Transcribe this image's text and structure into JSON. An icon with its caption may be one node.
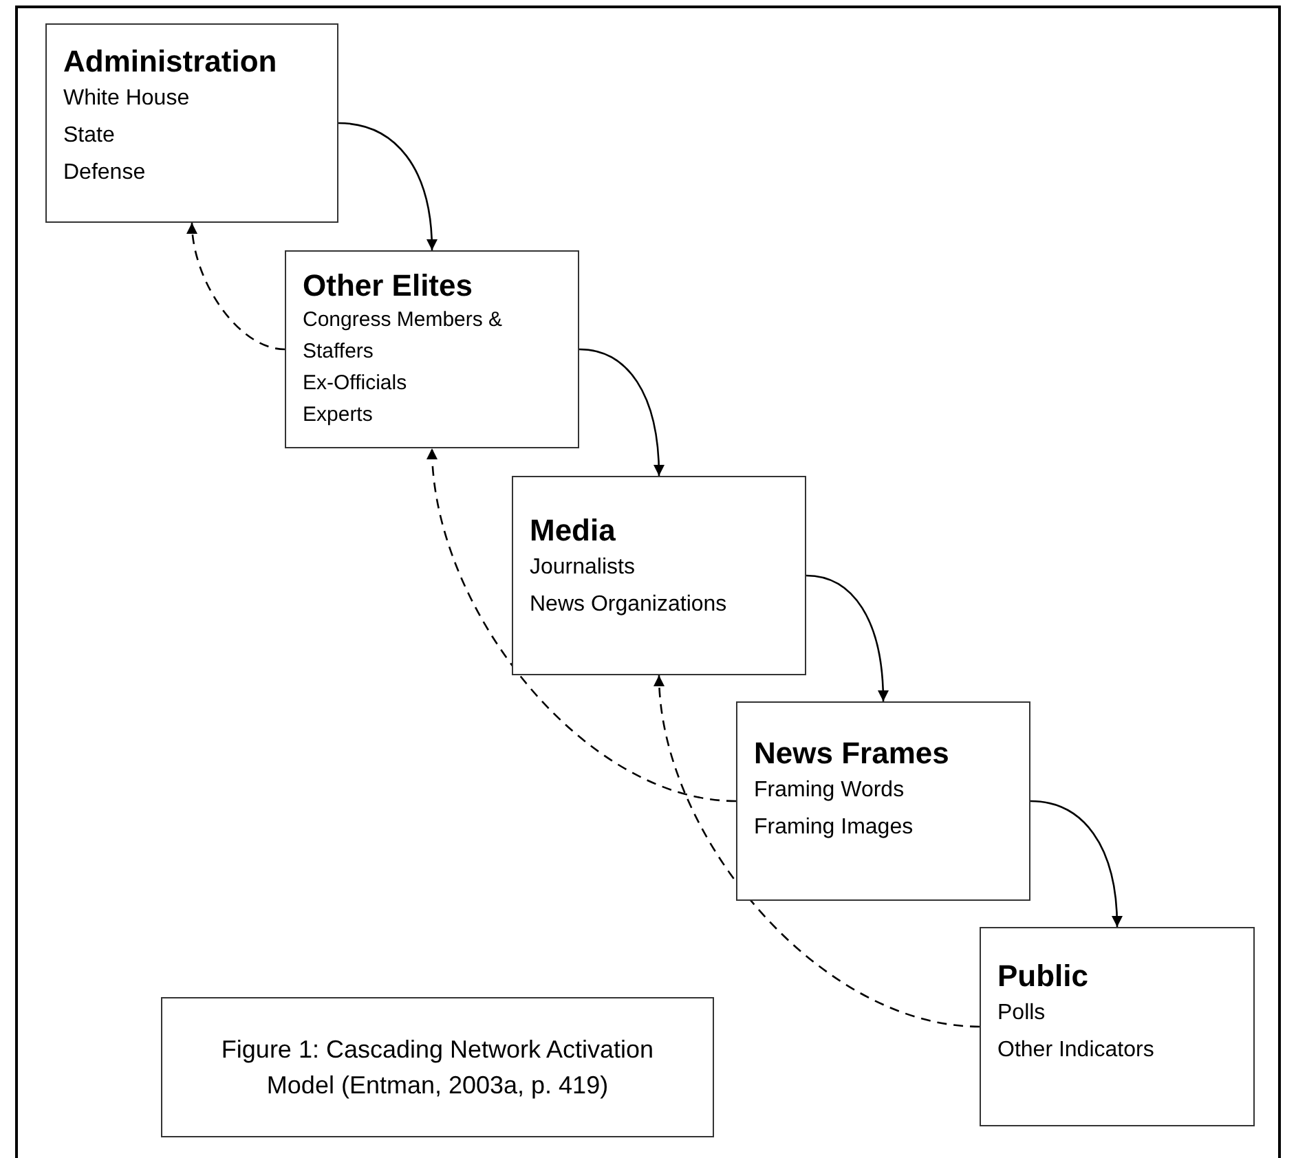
{
  "diagram": {
    "caption": "Figure 1: Cascading Network Activation Model (Entman, 2003a, p. 419)",
    "nodes": [
      {
        "text": [
          "Administration",
          "White House",
          "State",
          "Defense"
        ]
      },
      {
        "text": [
          "Other Elites",
          "Congress Members & Staffers",
          "Ex-Officials",
          "Experts"
        ]
      },
      {
        "text": [
          "Media",
          "Journalists",
          "News Organizations"
        ]
      },
      {
        "text": [
          "News Frames",
          "Framing Words",
          "Framing Images"
        ]
      },
      {
        "text": [
          "Public",
          "Polls",
          "Other Indicators"
        ]
      }
    ],
    "edges": [
      {
        "from": 0,
        "to": 1,
        "arrow": "to"
      },
      {
        "from": 1,
        "to": 0,
        "arrow": "to",
        "style": "dashed"
      },
      {
        "from": 1,
        "to": 2,
        "arrow": "to"
      },
      {
        "from": 3,
        "to": 1,
        "arrow": "to",
        "style": "dashed"
      },
      {
        "from": 2,
        "to": 3,
        "arrow": "to"
      },
      {
        "from": 4,
        "to": 2,
        "arrow": "to",
        "style": "dashed"
      },
      {
        "from": 3,
        "to": 4,
        "arrow": "to"
      }
    ]
  }
}
